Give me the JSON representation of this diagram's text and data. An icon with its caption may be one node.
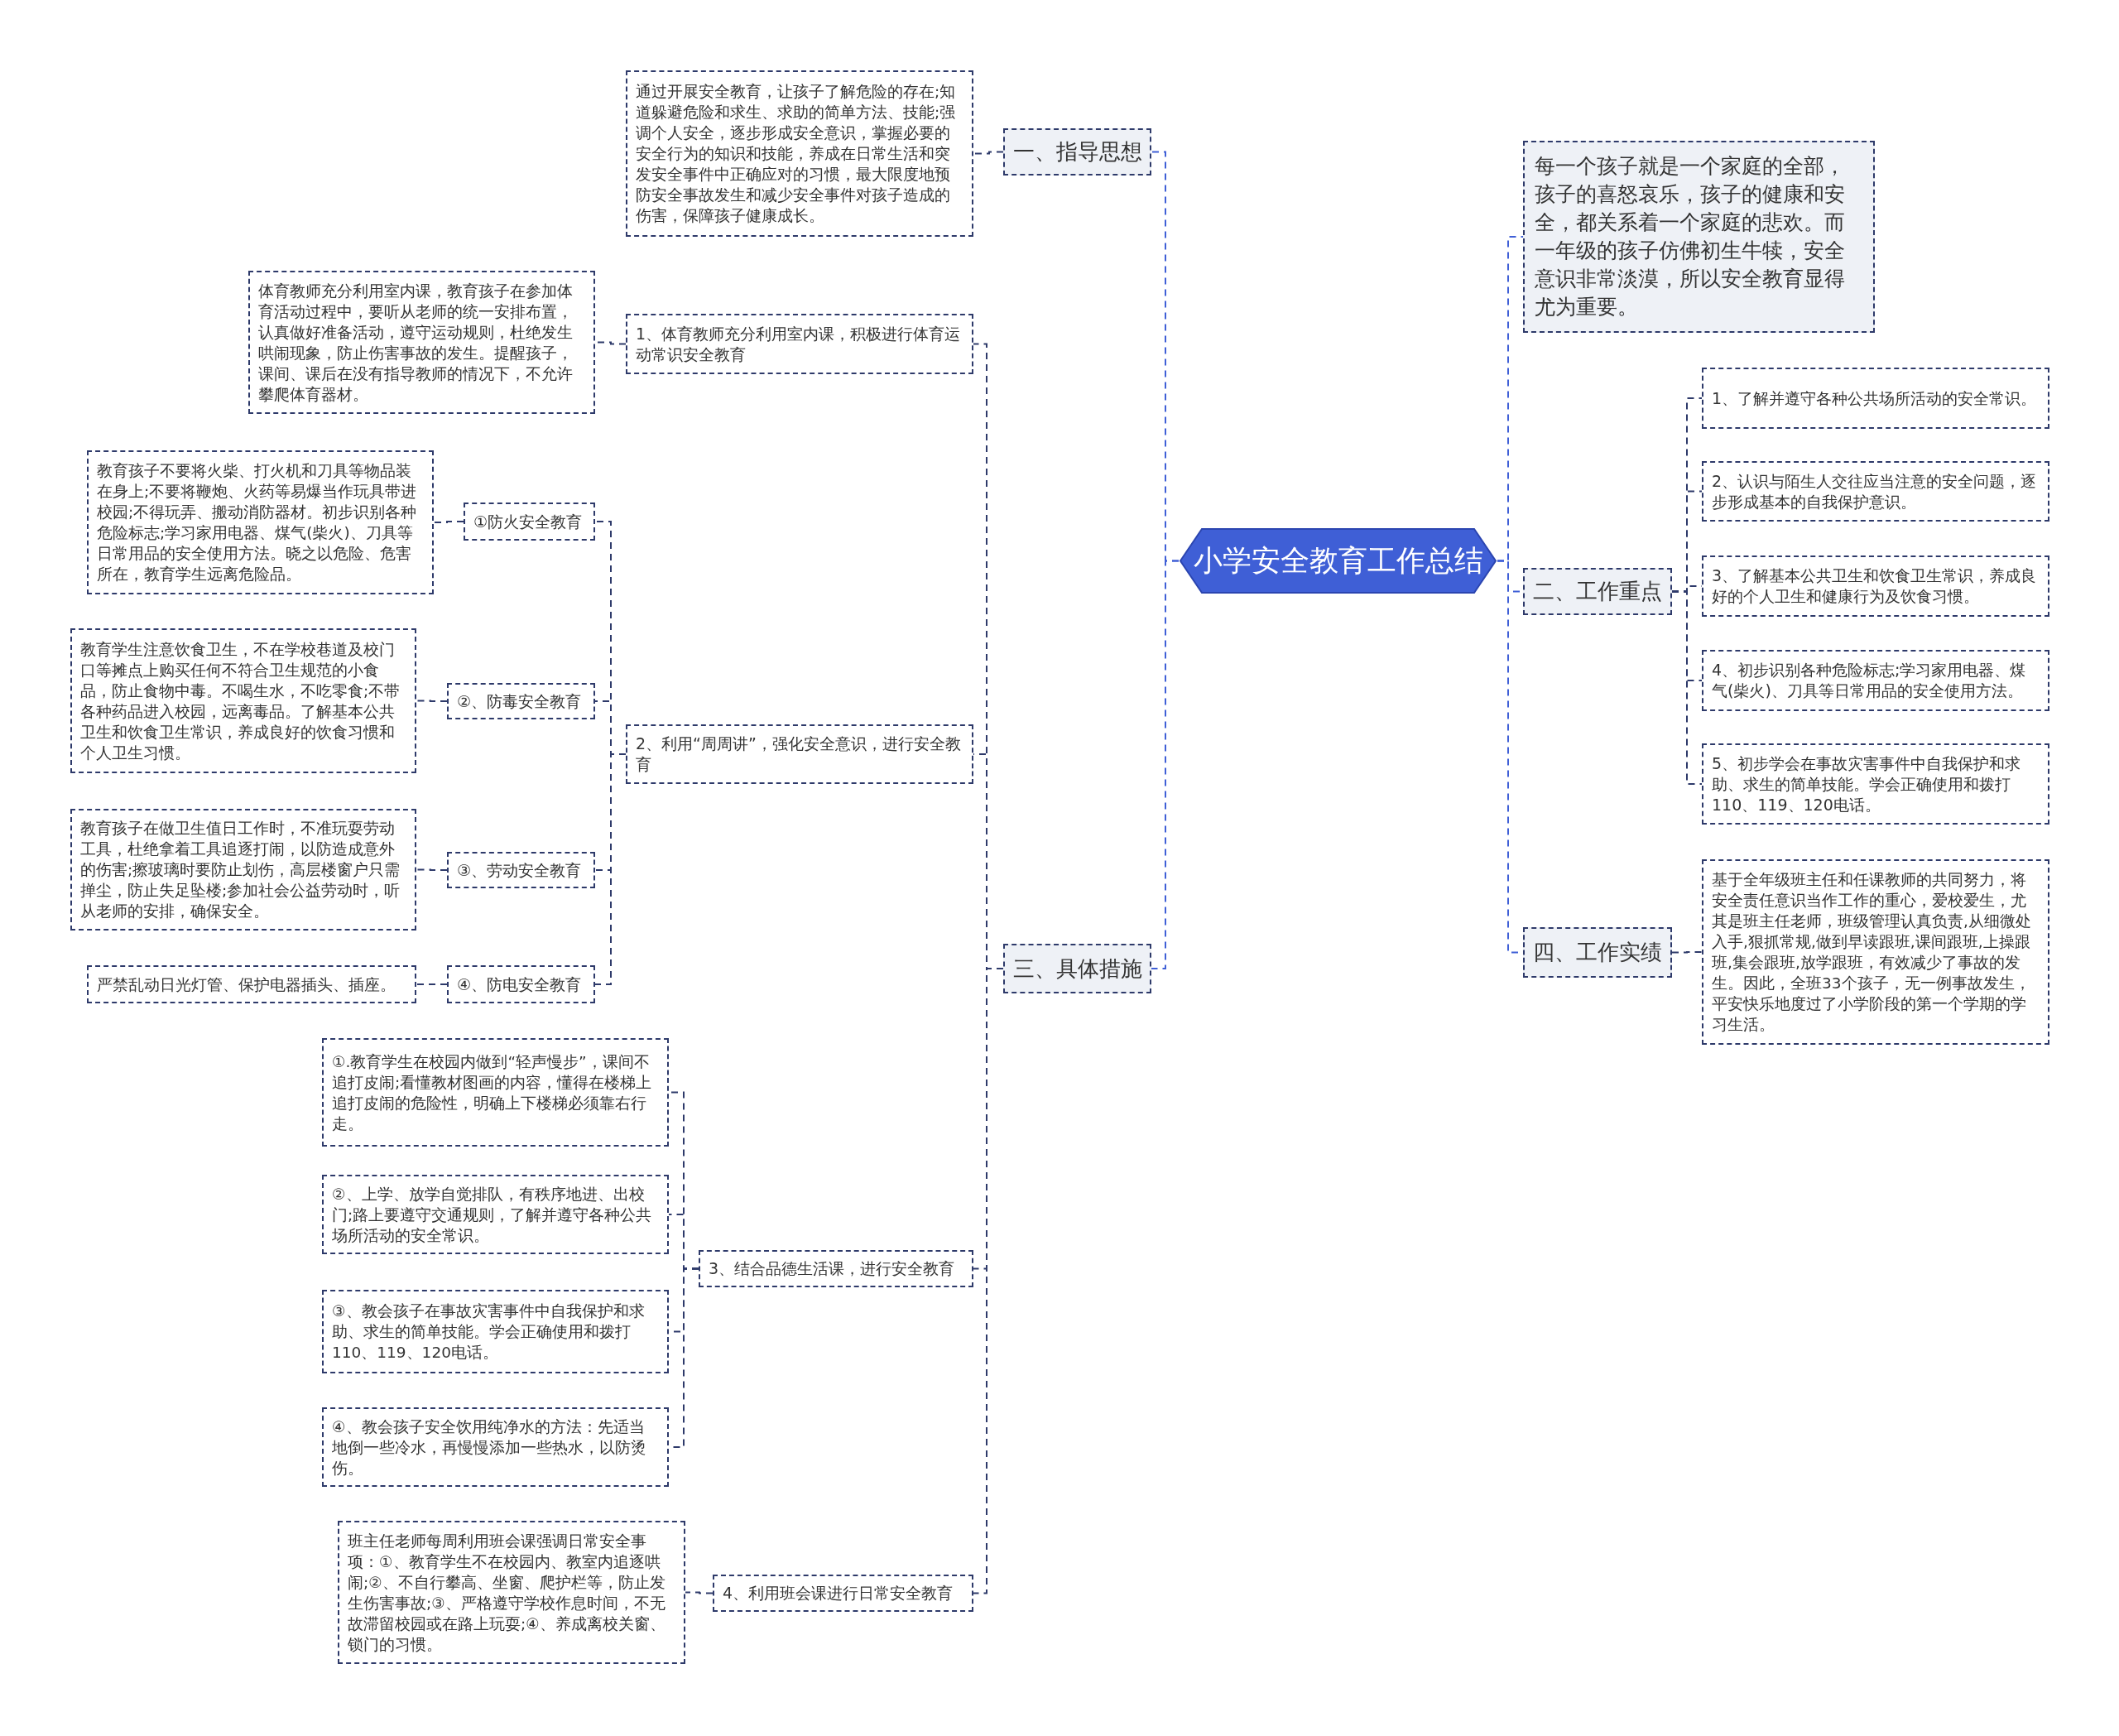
{
  "diagram": {
    "nodes": [
      {
        "text": [
          "小学安全教育工作总结"
        ]
      },
      {
        "text": [
          "一、指导思想"
        ]
      },
      {
        "text": [
          "通过开展安全教育，让孩子了解危险的存在;知道躲避危险和求生、求助的简单方法、技能;强调个人安全，逐步形成安全意识，掌握必要的安全行为的知识和技能，养成在日常生活和突发安全事件中正确应对的习惯，最大限度地预防安全事故发生和减少安全事件对孩子造成的伤害，保障孩子健康成长。"
        ]
      },
      {
        "text": [
          "三、具体措施"
        ]
      },
      {
        "text": [
          "1、体育教师充分利用室内课，积极进行体育运动常识安全教育"
        ]
      },
      {
        "text": [
          "体育教师充分利用室内课，教育孩子在参加体育活动过程中，要听从老师的统一安排布置，认真做好准备活动，遵守运动规则，杜绝发生哄闹现象，防止伤害事故的发生。提醒孩子，课间、课后在没有指导教师的情况下，不允许攀爬体育器材。"
        ]
      },
      {
        "text": [
          "2、利用“周周讲”，强化安全意识，进行安全教育"
        ]
      },
      {
        "text": [
          "①防火安全教育"
        ]
      },
      {
        "text": [
          "教育孩子不要将火柴、打火机和刀具等物品装在身上;不要将鞭炮、火药等易爆当作玩具带进校园;不得玩弄、搬动消防器材。初步识别各种危险标志;学习家用电器、煤气(柴火)、刀具等日常用品的安全使用方法。晓之以危险、危害所在，教育学生远离危险品。"
        ]
      },
      {
        "text": [
          "②、防毒安全教育"
        ]
      },
      {
        "text": [
          "教育学生注意饮食卫生，不在学校巷道及校门口等摊点上购买任何不符合卫生规范的小食品，防止食物中毒。不喝生水，不吃零食;不带各种药品进入校园，远离毒品。了解基本公共卫生和饮食卫生常识，养成良好的饮食习惯和个人卫生习惯。"
        ]
      },
      {
        "text": [
          "③、劳动安全教育"
        ]
      },
      {
        "text": [
          "教育孩子在做卫生值日工作时，不准玩耍劳动工具，杜绝拿着工具追逐打闹，以防造成意外的伤害;擦玻璃时要防止划伤，高层楼窗户只需掸尘，防止失足坠楼;参加社会公益劳动时，听从老师的安排，确保安全。"
        ]
      },
      {
        "text": [
          "④、防电安全教育"
        ]
      },
      {
        "text": [
          "严禁乱动日光灯管、保护电器插头、插座。"
        ]
      },
      {
        "text": [
          "3、结合品德生活课，进行安全教育"
        ]
      },
      {
        "text": [
          "①.教育学生在校园内做到“轻声慢步”，课间不追打皮闹;看懂教材图画的内容，懂得在楼梯上追打皮闹的危险性，明确上下楼梯必须靠右行走。"
        ]
      },
      {
        "text": [
          "②、上学、放学自觉排队，有秩序地进、出校门;路上要遵守交通规则，了解并遵守各种公共场所活动的安全常识。"
        ]
      },
      {
        "text": [
          "③、教会孩子在事故灾害事件中自我保护和求助、求生的简单技能。学会正确使用和拨打110、119、120电话。"
        ]
      },
      {
        "text": [
          "④、教会孩子安全饮用纯净水的方法：先适当地倒一些冷水，再慢慢添加一些热水，以防烫伤。"
        ]
      },
      {
        "text": [
          "4、利用班会课进行日常安全教育"
        ]
      },
      {
        "text": [
          "班主任老师每周利用班会课强调日常安全事项：①、教育学生不在校园内、教室内追逐哄闹;②、不自行攀高、坐窗、爬护栏等，防止发生伤害事故;③、严格遵守学校作息时间，不无故滞留校园或在路上玩耍;④、养成离校关窗、锁门的习惯。"
        ]
      },
      {
        "text": [
          "每一个孩子就是一个家庭的全部，孩子的喜怒哀乐，孩子的健康和安全，都关系着一个家庭的悲欢。而一年级的孩子仿佛初生牛犊，安全意识非常淡漠，所以安全教育显得尤为重要。"
        ]
      },
      {
        "text": [
          "二、工作重点"
        ]
      },
      {
        "text": [
          "1、了解并遵守各种公共场所活动的安全常识。"
        ]
      },
      {
        "text": [
          "2、认识与陌生人交往应当注意的安全问题，逐步形成基本的自我保护意识。"
        ]
      },
      {
        "text": [
          "3、了解基本公共卫生和饮食卫生常识，养成良好的个人卫生和健康行为及饮食习惯。"
        ]
      },
      {
        "text": [
          "4、初步识别各种危险标志;学习家用电器、煤气(柴火)、刀具等日常用品的安全使用方法。"
        ]
      },
      {
        "text": [
          "5、初步学会在事故灾害事件中自我保护和求助、求生的简单技能。学会正确使用和拨打110、119、120电话。"
        ]
      },
      {
        "text": [
          "四、工作实绩"
        ]
      },
      {
        "text": [
          "基于全年级班主任和任课教师的共同努力，将安全责任意识当作工作的重心，爱校爱生，尤其是班主任老师，班级管理认真负责,从细微处入手,狠抓常规,做到早读跟班,课间跟班,上操跟班,集会跟班,放学跟班，有效减少了事故的发生。因此，全班33个孩子，无一例事故发生，平安快乐地度过了小学阶段的第一个学期的学习生活。"
        ]
      }
    ],
    "edges": [
      {
        "from": 0,
        "to": 1,
        "arrow": "none",
        "color": "#3f5fd6"
      },
      {
        "from": 1,
        "to": 2,
        "arrow": "none"
      },
      {
        "from": 0,
        "to": 3,
        "arrow": "none",
        "color": "#3f5fd6"
      },
      {
        "from": 3,
        "to": 4,
        "arrow": "none"
      },
      {
        "from": 4,
        "to": 5,
        "arrow": "none"
      },
      {
        "from": 3,
        "to": 6,
        "arrow": "none"
      },
      {
        "from": 6,
        "to": 7,
        "arrow": "none"
      },
      {
        "from": 7,
        "to": 8,
        "arrow": "none"
      },
      {
        "from": 6,
        "to": 9,
        "arrow": "none"
      },
      {
        "from": 9,
        "to": 10,
        "arrow": "none"
      },
      {
        "from": 6,
        "to": 11,
        "arrow": "none"
      },
      {
        "from": 11,
        "to": 12,
        "arrow": "none"
      },
      {
        "from": 6,
        "to": 13,
        "arrow": "none"
      },
      {
        "from": 13,
        "to": 14,
        "arrow": "none"
      },
      {
        "from": 3,
        "to": 15,
        "arrow": "none"
      },
      {
        "from": 15,
        "to": 16,
        "arrow": "none"
      },
      {
        "from": 15,
        "to": 17,
        "arrow": "none"
      },
      {
        "from": 15,
        "to": 18,
        "arrow": "none"
      },
      {
        "from": 15,
        "to": 19,
        "arrow": "none"
      },
      {
        "from": 3,
        "to": 20,
        "arrow": "none"
      },
      {
        "from": 20,
        "to": 21,
        "arrow": "none"
      },
      {
        "from": 0,
        "to": 22,
        "arrow": "none",
        "color": "#3f5fd6"
      },
      {
        "from": 0,
        "to": 23,
        "arrow": "none",
        "color": "#3f5fd6"
      },
      {
        "from": 23,
        "to": 24,
        "arrow": "none"
      },
      {
        "from": 23,
        "to": 25,
        "arrow": "none"
      },
      {
        "from": 23,
        "to": 26,
        "arrow": "none"
      },
      {
        "from": 23,
        "to": 27,
        "arrow": "none"
      },
      {
        "from": 23,
        "to": 28,
        "arrow": "none"
      },
      {
        "from": 0,
        "to": 29,
        "arrow": "none",
        "color": "#3f5fd6"
      },
      {
        "from": 29,
        "to": 30,
        "arrow": "none"
      }
    ]
  }
}
